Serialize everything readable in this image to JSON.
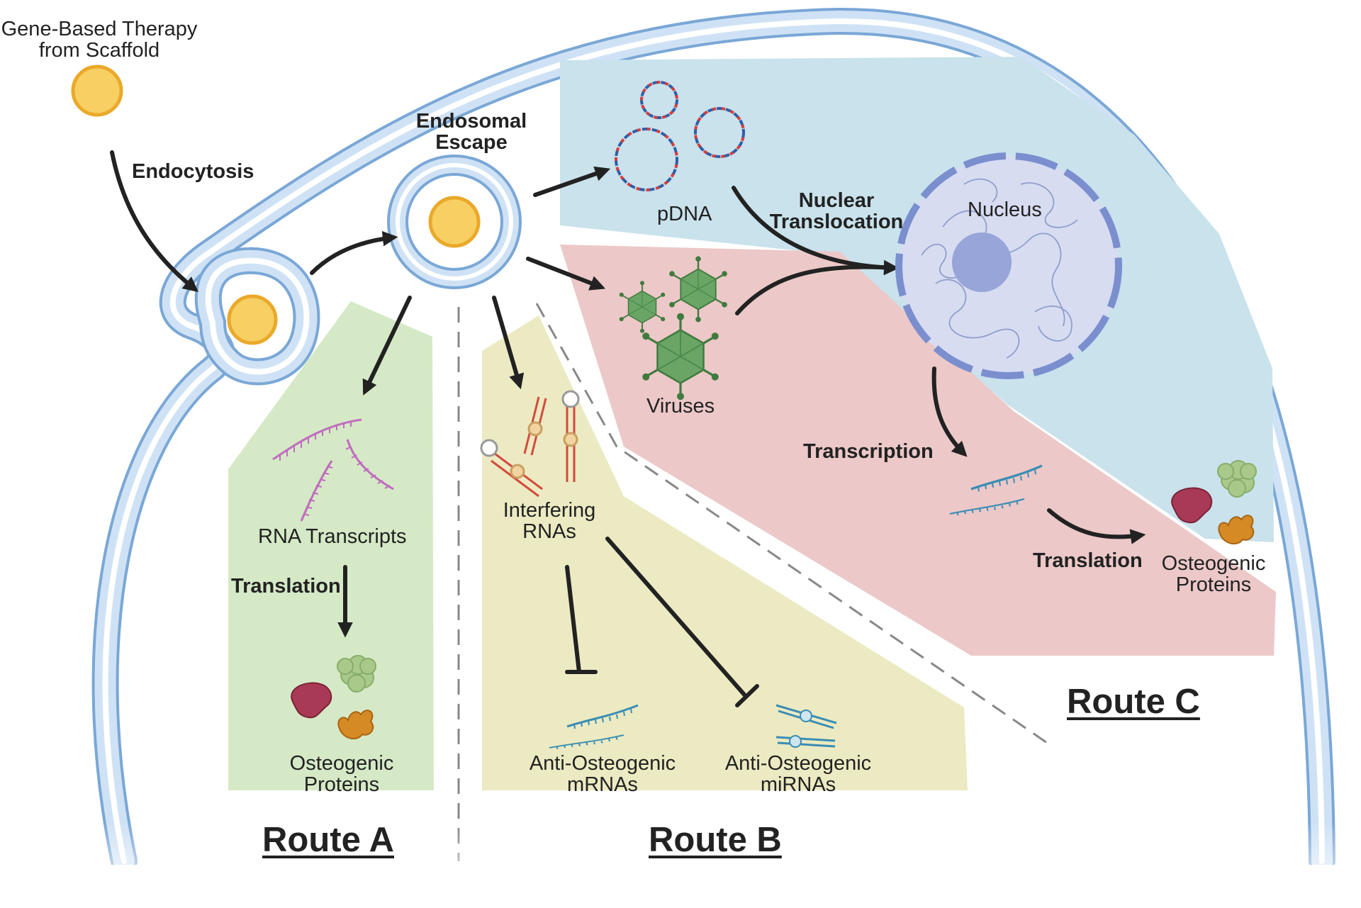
{
  "labels": {
    "gene_therapy_line1": "Gene-Based Therapy",
    "gene_therapy_line2": "from Scaffold",
    "endocytosis": "Endocytosis",
    "endosomal_line1": "Endosomal",
    "endosomal_line2": "Escape",
    "pdna": "pDNA",
    "nuclear_line1": "Nuclear",
    "nuclear_line2": "Translocation",
    "nucleus": "Nucleus",
    "viruses": "Viruses",
    "transcription": "Transcription",
    "translation_c": "Translation",
    "osteogenic_c_line1": "Osteogenic",
    "osteogenic_c_line2": "Proteins",
    "rna_transcripts": "RNA Transcripts",
    "translation_a": "Translation",
    "osteogenic_a_line1": "Osteogenic",
    "osteogenic_a_line2": "Proteins",
    "interfering_line1": "Interfering",
    "interfering_line2": "RNAs",
    "anti_mrna_line1": "Anti-Osteogenic",
    "anti_mrna_line2": "mRNAs",
    "anti_mirna_line1": "Anti-Osteogenic",
    "anti_mirna_line2": "miRNAs",
    "route_a": "Route A",
    "route_b": "Route B",
    "route_c": "Route C"
  },
  "colors": {
    "membrane": "#b9d3ee",
    "membrane_edge": "#7aa7d6",
    "particle_fill": "#f7cf63",
    "particle_edge": "#eaa92a",
    "route_a_panel": "#d5e9c6",
    "route_b_panel": "#eceac2",
    "route_c_pink": "#ecc8c8",
    "route_c_blue": "#c9e2ec",
    "nucleus_fill": "#d7dcf1",
    "nucleus_core": "#97a5d9",
    "virus": "#6aa566",
    "arrow": "#222222"
  },
  "icons": [
    "scaffold-particle-icon",
    "endosome-icon",
    "plasmid-icon",
    "virus-icon",
    "nucleus-icon",
    "mrna-icon",
    "sirna-hairpin-icon",
    "protein-icon",
    "inhibition-icon"
  ]
}
